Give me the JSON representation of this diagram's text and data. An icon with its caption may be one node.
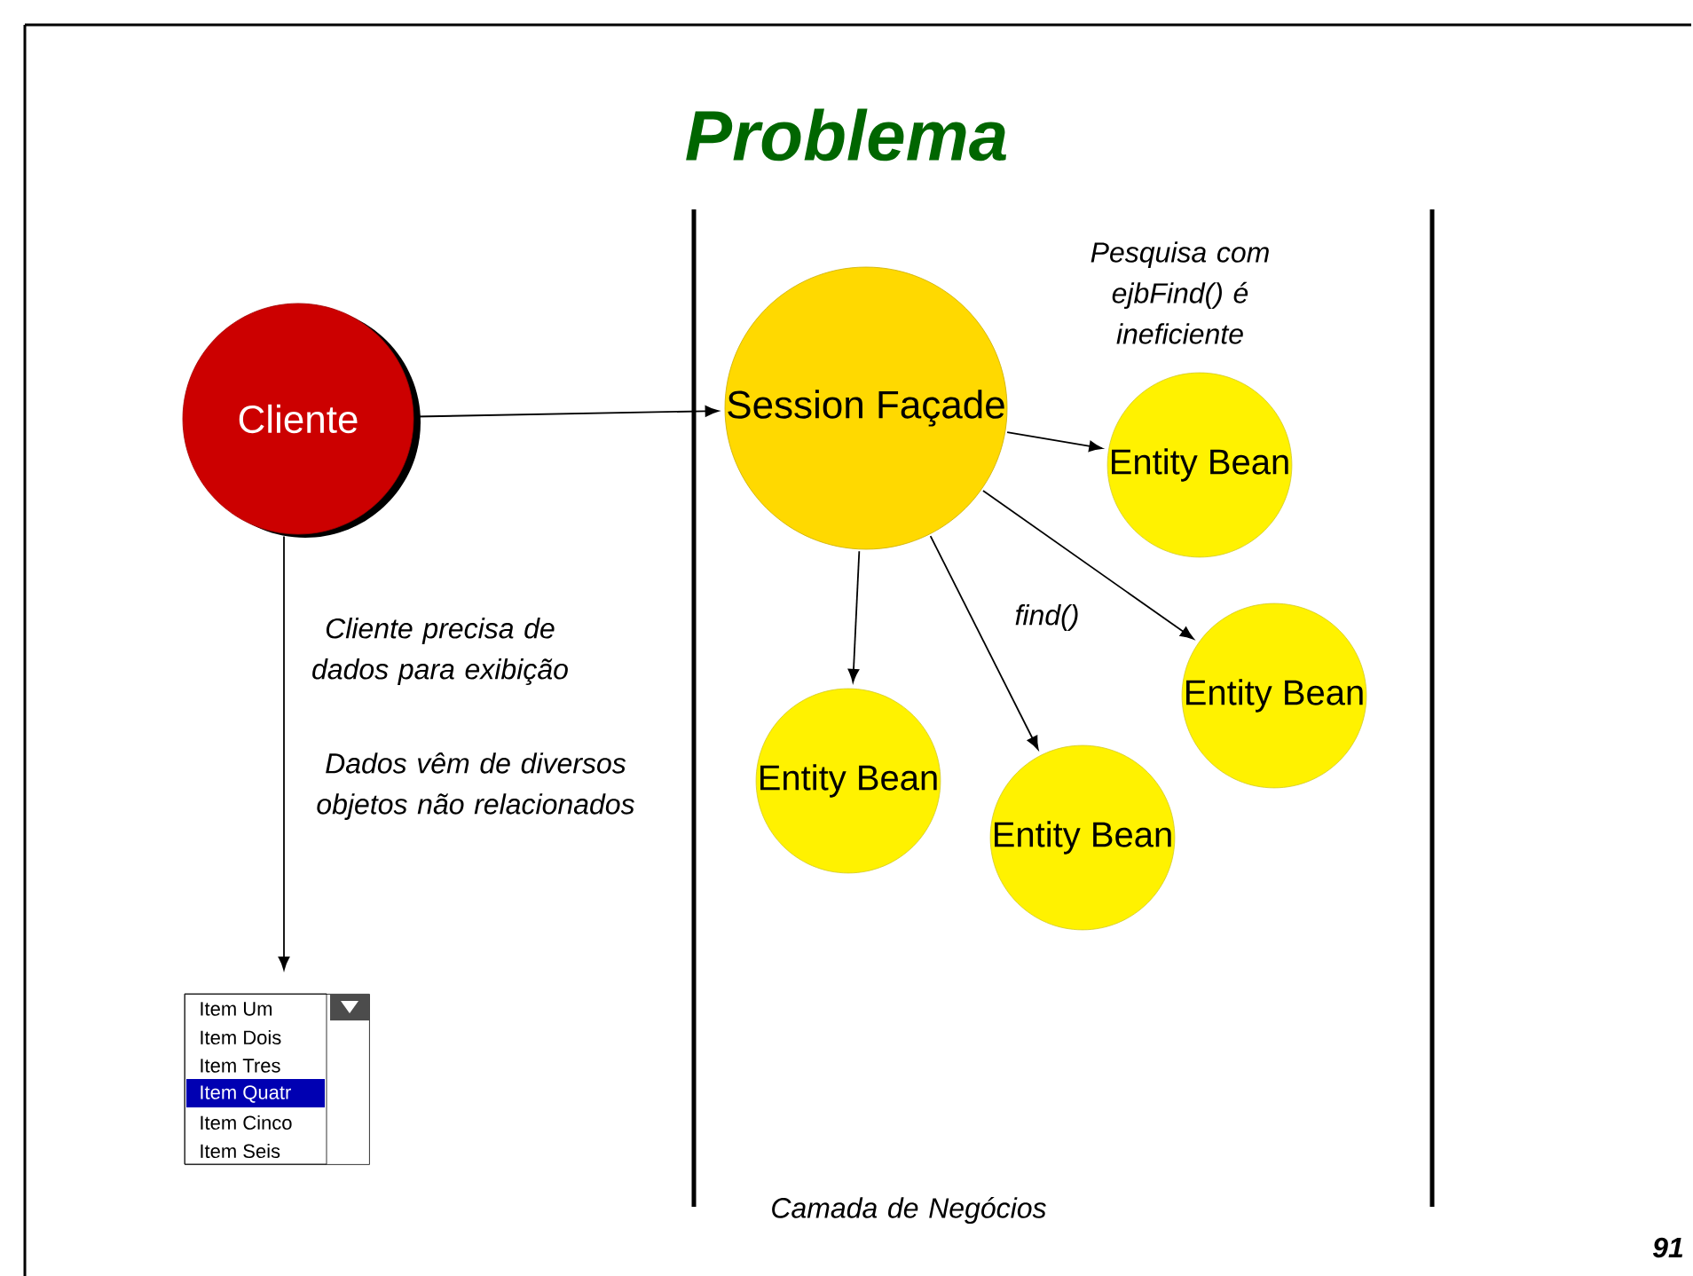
{
  "diagram": {
    "title": "Problema",
    "nodes": [
      {
        "text": [
          "Cliente"
        ]
      },
      {
        "text": [
          "Session Façade"
        ]
      },
      {
        "text": [
          "Entity Bean"
        ]
      },
      {
        "text": [
          "Entity Bean"
        ]
      },
      {
        "text": [
          "Entity Bean"
        ]
      },
      {
        "text": [
          "Entity Bean"
        ]
      },
      {
        "text": [
          "Item Um",
          "Item Dois",
          "Item Tres",
          "Item Quatr",
          "Item Cinco",
          "Item Seis"
        ]
      }
    ],
    "edges": [
      {
        "from": 0,
        "to": 1,
        "arrow": "to"
      },
      {
        "from": 1,
        "to": 2,
        "arrow": "to"
      },
      {
        "from": 1,
        "to": 3,
        "arrow": "to"
      },
      {
        "from": 1,
        "to": 4,
        "arrow": "to"
      },
      {
        "from": 1,
        "to": 5,
        "arrow": "to"
      },
      {
        "from": 0,
        "to": 6,
        "arrow": "to"
      }
    ],
    "labels": [
      "Pesquisa com ejbFind() é ineficiente",
      "find()",
      "Cliente precisa de dados para exibição",
      "Dados vêm de diversos objetos não relacionados",
      "Camada de Negócios",
      "91"
    ]
  }
}
